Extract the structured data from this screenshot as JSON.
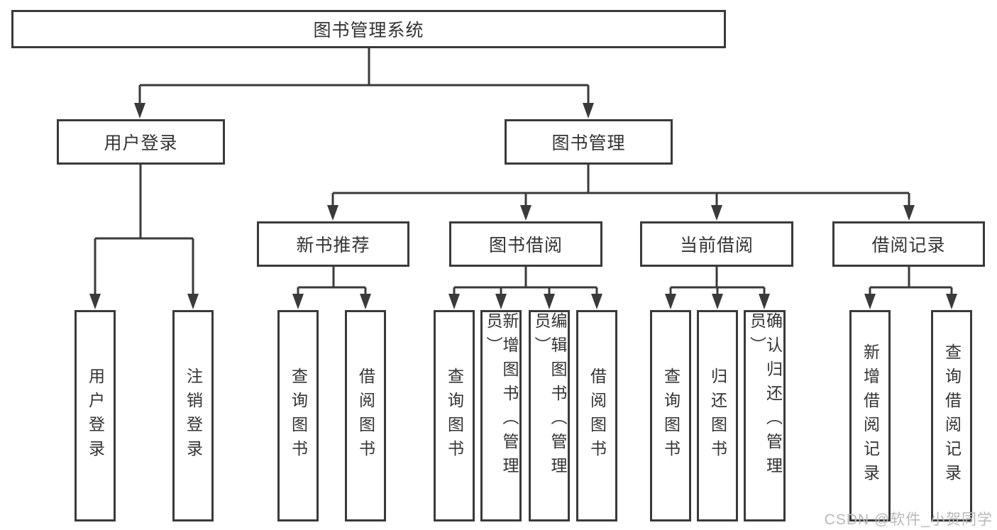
{
  "tree": {
    "root": {
      "label": "图书管理系统"
    },
    "branches": [
      {
        "label": "用户登录",
        "children": [
          {
            "label": "用户登录"
          },
          {
            "label": "注销登录"
          }
        ]
      },
      {
        "label": "图书管理",
        "children": [
          {
            "label": "新书推荐",
            "children": [
              {
                "label": "查询图书"
              },
              {
                "label": "借阅图书"
              }
            ]
          },
          {
            "label": "图书借阅",
            "children": [
              {
                "label": "查询图书"
              },
              {
                "label": "新增图书（管理员）"
              },
              {
                "label": "编辑图书（管理员）"
              },
              {
                "label": "借阅图书"
              }
            ]
          },
          {
            "label": "当前借阅",
            "children": [
              {
                "label": "查询图书"
              },
              {
                "label": "归还图书"
              },
              {
                "label": "确认归还（管理员）"
              }
            ]
          },
          {
            "label": "借阅记录",
            "children": [
              {
                "label": "新增借阅记录"
              },
              {
                "label": "查询借阅记录"
              }
            ]
          }
        ]
      }
    ]
  },
  "watermark": {
    "text": "CSDN @软件_小贺同学",
    "color": "#b8b8b8"
  },
  "colors": {
    "line": "#3a3a3a",
    "text": "#333333",
    "background": "#ffffff"
  }
}
